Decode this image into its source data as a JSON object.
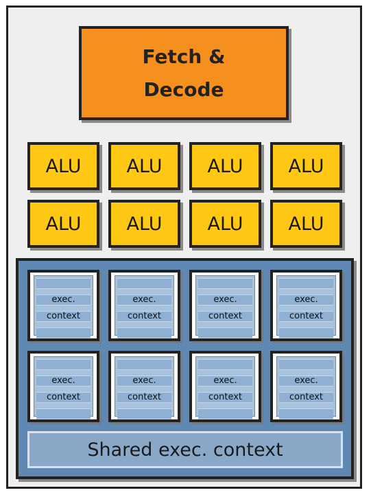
{
  "fetch_decode": {
    "label": "Fetch &\nDecode"
  },
  "alus": [
    {
      "label": "ALU"
    },
    {
      "label": "ALU"
    },
    {
      "label": "ALU"
    },
    {
      "label": "ALU"
    },
    {
      "label": "ALU"
    },
    {
      "label": "ALU"
    },
    {
      "label": "ALU"
    },
    {
      "label": "ALU"
    }
  ],
  "contexts": [
    {
      "line1": "exec.",
      "line2": "context"
    },
    {
      "line1": "exec.",
      "line2": "context"
    },
    {
      "line1": "exec.",
      "line2": "context"
    },
    {
      "line1": "exec.",
      "line2": "context"
    },
    {
      "line1": "exec.",
      "line2": "context"
    },
    {
      "line1": "exec.",
      "line2": "context"
    },
    {
      "line1": "exec.",
      "line2": "context"
    },
    {
      "line1": "exec.",
      "line2": "context"
    }
  ],
  "shared_context": {
    "label": "Shared exec. context"
  },
  "colors": {
    "fetch_decode": "#f58f1e",
    "alu": "#ffc814",
    "context_area": "#5f89b3",
    "shared_context": "#8aa8c8"
  }
}
